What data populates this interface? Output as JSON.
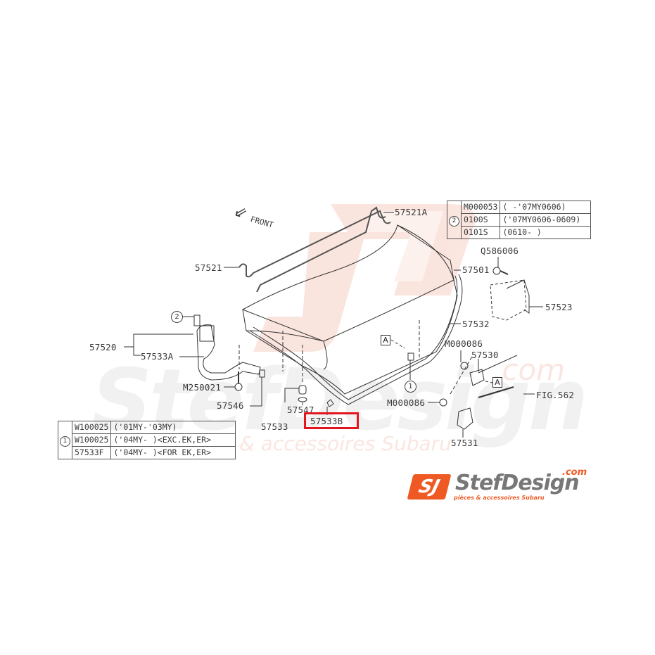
{
  "diagram": {
    "title": "Trunk lid assembly parts diagram",
    "direction_label": "FRONT",
    "reference_marker": "A",
    "figure_reference": "FIG.562",
    "highlighted_part": "57533B",
    "highlight_color": "#e3161e",
    "watermark_color": "#f6d9d2",
    "part_labels": {
      "p57521A": "57521A",
      "p57521": "57521",
      "p57501": "57501",
      "pQ586006": "Q586006",
      "p57523": "57523",
      "p57532": "57532",
      "pM000086a": "M000086",
      "p57530": "57530",
      "pFIG562": "FIG.562",
      "pM000086b": "M000086",
      "p57531": "57531",
      "p57520": "57520",
      "p57533A": "57533A",
      "pM250021": "M250021",
      "p57546": "57546",
      "p57547": "57547",
      "p57533": "57533",
      "p57533B": "57533B"
    },
    "callouts": {
      "circle_1": "1",
      "circle_2": "2",
      "box_a1": "A",
      "box_a2": "A"
    }
  },
  "table_2": {
    "marker": "2",
    "rows": [
      {
        "part": "M000053",
        "note": "(     -'07MY0606)"
      },
      {
        "part": "0100S",
        "note": "('07MY0606-0609)"
      },
      {
        "part": "0101S",
        "note": "(0610-          )"
      }
    ]
  },
  "table_1": {
    "marker": "1",
    "rows": [
      {
        "part": "W100025",
        "note": "('01MY-'03MY)"
      },
      {
        "part": "W100025",
        "note": "('04MY-      )<EXC.EK,ER>"
      },
      {
        "part": "57533F",
        "note": "('04MY-      )<FOR EK,ER>"
      }
    ]
  },
  "logo": {
    "badge": "SJ",
    "name": "StefDesign",
    "domain": ".com",
    "tagline": "pièces & accessoires Subaru",
    "brand_color": "#ef5a24",
    "text_color": "#7a7a7a"
  }
}
